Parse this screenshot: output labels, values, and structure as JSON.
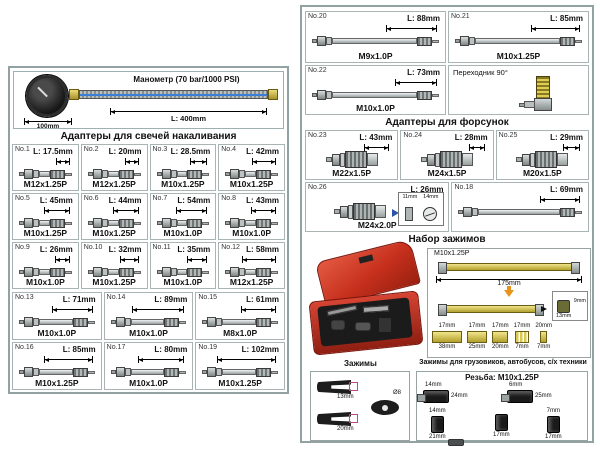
{
  "left_panel": {
    "manometer": {
      "label": "Манометр (70 bar/1000 PSI)",
      "length": "L: 400mm",
      "gauge_width": "100mm"
    },
    "header": "Адаптеры для свечей накаливания",
    "items": [
      {
        "no": "No.1",
        "len": "L: 17.5mm",
        "thread": "M12x1.25P"
      },
      {
        "no": "No.2",
        "len": "L: 20mm",
        "thread": "M12x1.25P"
      },
      {
        "no": "No.3",
        "len": "L: 28.5mm",
        "thread": "M10x1.25P"
      },
      {
        "no": "No.4",
        "len": "L: 42mm",
        "thread": "M10x1.25P"
      },
      {
        "no": "No.5",
        "len": "L: 45mm",
        "thread": "M10x1.25P"
      },
      {
        "no": "No.6",
        "len": "L: 44mm",
        "thread": "M10x1.25P"
      },
      {
        "no": "No.7",
        "len": "L: 54mm",
        "thread": "M10x1.0P"
      },
      {
        "no": "No.8",
        "len": "L: 43mm",
        "thread": "M10x1.0P"
      },
      {
        "no": "No.9",
        "len": "L: 26mm",
        "thread": "M10x1.0P"
      },
      {
        "no": "No.10",
        "len": "L: 32mm",
        "thread": "M10x1.25P"
      },
      {
        "no": "No.11",
        "len": "L: 35mm",
        "thread": "M10x1.0P"
      },
      {
        "no": "No.12",
        "len": "L: 58mm",
        "thread": "M12x1.25P"
      }
    ],
    "items_wide": [
      {
        "no": "No.13",
        "len": "L: 71mm",
        "thread": "M10x1.0P"
      },
      {
        "no": "No.14",
        "len": "L: 89mm",
        "thread": "M10x1.0P"
      },
      {
        "no": "No.15",
        "len": "L: 61mm",
        "thread": "M8x1.0P"
      },
      {
        "no": "No.16",
        "len": "L: 85mm",
        "thread": "M10x1.25P"
      },
      {
        "no": "No.17",
        "len": "L: 80mm",
        "thread": "M10x1.0P"
      },
      {
        "no": "No.19",
        "len": "L: 102mm",
        "thread": "M10x1.25P"
      }
    ]
  },
  "right_panel": {
    "top_items": [
      {
        "no": "No.20",
        "len": "L: 88mm",
        "thread": "M9x1.0P"
      },
      {
        "no": "No.21",
        "len": "L: 85mm",
        "thread": "M10x1.25P"
      },
      {
        "no": "No.22",
        "len": "L: 73mm",
        "thread": "M10x1.0P"
      }
    ],
    "elbow_label": "Переходник 90°",
    "injector_header": "Адаптеры для форсунок",
    "injector_items": [
      {
        "no": "No.23",
        "len": "L: 43mm",
        "thread": "M22x1.5P"
      },
      {
        "no": "No.24",
        "len": "L: 28mm",
        "thread": "M24x1.5P"
      },
      {
        "no": "No.25",
        "len": "L: 29mm",
        "thread": "M20x1.5P"
      }
    ],
    "item26": {
      "no": "No.26",
      "len": "L: 26mm",
      "thread": "M24x2.0P",
      "inset_a": "11mm",
      "inset_b": "14mm"
    },
    "item18": {
      "no": "No.18",
      "len": "L: 69mm"
    },
    "clamps": {
      "header": "Набор зажимов",
      "thread_label": "M10x1.25P",
      "hose_length": "175mm",
      "inset_h": "9mm",
      "inset_w": "13mm",
      "strip_top": [
        "17mm",
        "17mm",
        "17mm",
        "17mm",
        "20mm"
      ],
      "strip_bottom": [
        "38mm",
        "25mm",
        "20mm",
        "7mm",
        "7mm"
      ],
      "caption_left": "Зажимы",
      "caption_right": "Зажимы для грузовиков, автобусов, с/х техники",
      "fork_small": "13mm",
      "fork_large": "20mm",
      "fork_oval": "Ø8",
      "thread_box": {
        "title": "Резьба: M10x1.25P",
        "parts": [
          {
            "top": "14mm",
            "side": "24mm"
          },
          {
            "top": "6mm",
            "side": "25mm"
          },
          {
            "top": "14mm",
            "bottom": "21mm"
          },
          {
            "bottom": "17mm"
          },
          {
            "top": "7mm",
            "bottom": "17mm"
          }
        ]
      }
    }
  }
}
